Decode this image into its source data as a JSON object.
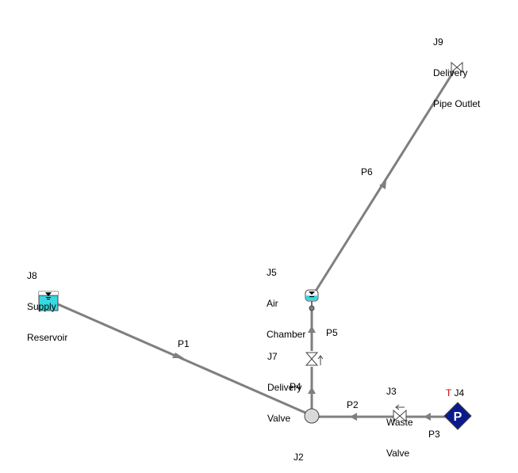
{
  "colors": {
    "pipe": "#7f7f7f",
    "reservoir_fill": "#38d8e0",
    "pump_fill": "#0a1a8c",
    "marker_red": "#cc0000",
    "text": "#000000"
  },
  "junctions": [
    {
      "key": "J8",
      "id": "J8",
      "name_lines": [
        "Supply",
        "Reservoir"
      ],
      "icon": "reservoir-icon"
    },
    {
      "key": "J5",
      "id": "J5",
      "name_lines": [
        "Air",
        "Chamber"
      ],
      "icon": "air-chamber-icon"
    },
    {
      "key": "J7",
      "id": "J7",
      "name_lines": [
        "Delivery",
        "Valve"
      ],
      "icon": "check-valve-icon"
    },
    {
      "key": "J2",
      "id": "J2",
      "name_lines": [],
      "icon": "branch-junction-icon"
    },
    {
      "key": "J3",
      "id": "J3",
      "name_lines": [
        "Waste",
        "Valve"
      ],
      "icon": "check-valve-icon"
    },
    {
      "key": "J4",
      "id": "J4",
      "name_lines": [],
      "icon": "pump-icon",
      "prefix_marker": "T",
      "pump_letter": "P"
    },
    {
      "key": "J9",
      "id": "J9",
      "name_lines": [
        "Delivery",
        "Pipe Outlet"
      ],
      "icon": "valve-icon"
    }
  ],
  "pipes": [
    {
      "id": "P1",
      "from": "J8",
      "to": "J2"
    },
    {
      "id": "P2",
      "from": "J3",
      "to": "J2"
    },
    {
      "id": "P3",
      "from": "J4",
      "to": "J3"
    },
    {
      "id": "P4",
      "from": "J2",
      "to": "J7"
    },
    {
      "id": "P5",
      "from": "J7",
      "to": "J5"
    },
    {
      "id": "P6",
      "from": "J5",
      "to": "J9"
    }
  ]
}
